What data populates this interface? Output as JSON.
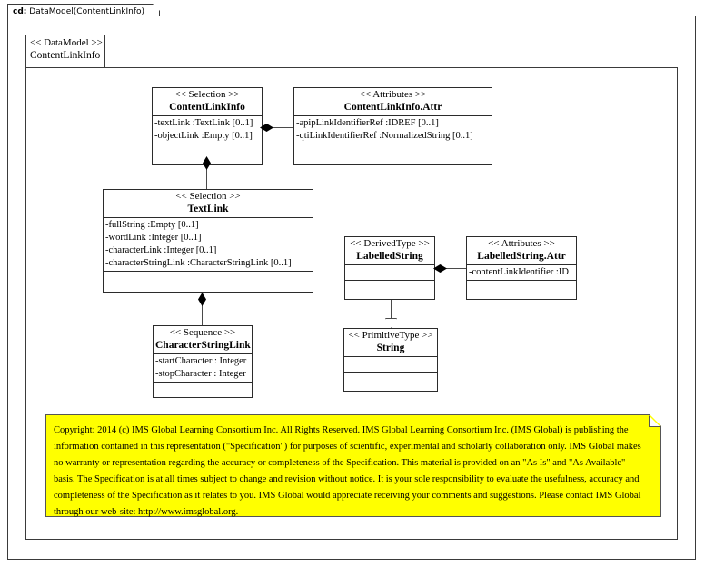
{
  "diagram": {
    "tab_prefix": "cd:",
    "tab_title": "DataModel(ContentLinkInfo)",
    "package": {
      "stereotype": "<< DataModel >>",
      "name": "ContentLinkInfo"
    }
  },
  "classes": {
    "content_link_info": {
      "stereotype": "<< Selection  >>",
      "name": "ContentLinkInfo",
      "attributes": [
        "-textLink  :TextLink  [0..1]",
        "-objectLink  :Empty [0..1]"
      ]
    },
    "content_link_info_attr": {
      "stereotype": "<< Attributes  >>",
      "name": "ContentLinkInfo.Attr",
      "attributes": [
        "-apipLinkIdentifierRef    :IDREF [0..1]",
        "-qtiLinkIdentifierRef    :NormalizedString  [0..1]"
      ]
    },
    "text_link": {
      "stereotype": "<< Selection  >>",
      "name": "TextLink",
      "attributes": [
        "-fullString   :Empty [0..1]",
        "-wordLink  :Integer  [0..1]",
        "-characterLink   :Integer [0..1]",
        "-characterStringLink    :CharacterStringLink   [0..1]"
      ]
    },
    "labelled_string": {
      "stereotype": "<< DerivedType  >>",
      "name": "LabelledString",
      "attributes": []
    },
    "labelled_string_attr": {
      "stereotype": "<< Attributes  >>",
      "name": "LabelledString.Attr",
      "attributes": [
        "-contentLinkIdentifier    :ID"
      ]
    },
    "character_string_link": {
      "stereotype": "<< Sequence  >>",
      "name": "CharacterStringLink",
      "attributes": [
        "-startCharacter : Integer",
        "-stopCharacter : Integer"
      ]
    },
    "string_type": {
      "stereotype": "<< PrimitiveType   >>",
      "name": "String",
      "attributes": []
    }
  },
  "note": {
    "text": "Copyright: 2014 (c) IMS Global Learning Consortium Inc.  All Rights Reserved.  IMS Global Learning Consortium Inc. (IMS Global) is publishing the information contained in this representation (\"Specification\") for purposes of scientific, experimental and scholarly collaboration only.  IMS Global makes no warranty or representation regarding the accuracy or completeness of the Specification.  This material is provided on an \"As Is\" and \"As Available\" basis.  The Specification is at all times subject to change and revision without notice.  It is your sole responsibility to evaluate the usefulness, accuracy and completeness of the Specification as it relates to you.  IMS Global would appreciate receiving your comments and suggestions.  Please contact IMS Global through our web-site: http://www.imsglobal.org.",
    "background_color": "#ffff00"
  }
}
